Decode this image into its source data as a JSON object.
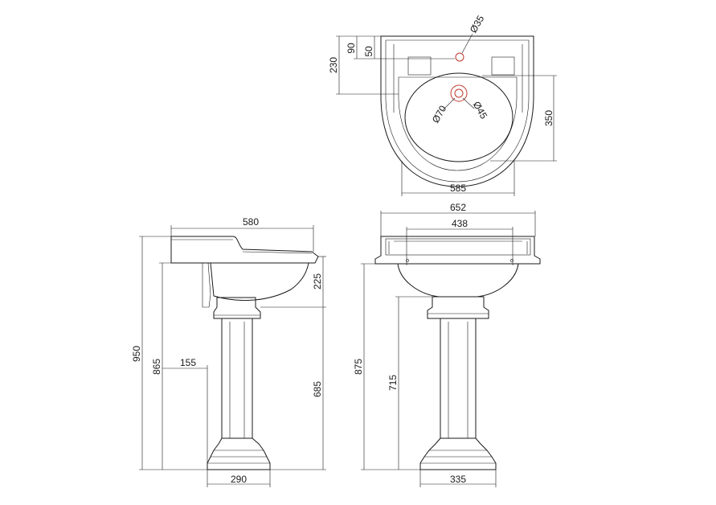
{
  "title": "",
  "views": {
    "plan": {
      "dims": {
        "width_585": "585",
        "depth_350": "350",
        "depth_230": "230",
        "offset_90": "90",
        "offset_50": "50",
        "tap_hole": "Ø35",
        "waste_outer": "Ø70",
        "waste_inner": "Ø45"
      }
    },
    "side": {
      "dims": {
        "top_580": "580",
        "overall_950": "950",
        "rim_865": "865",
        "bowl_225": "225",
        "pedestal_685": "685",
        "foot_155": "155",
        "base_290": "290"
      }
    },
    "front": {
      "dims": {
        "top_652": "652",
        "inner_438": "438",
        "rim_875": "875",
        "pedestal_715": "715",
        "base_335": "335"
      }
    }
  }
}
